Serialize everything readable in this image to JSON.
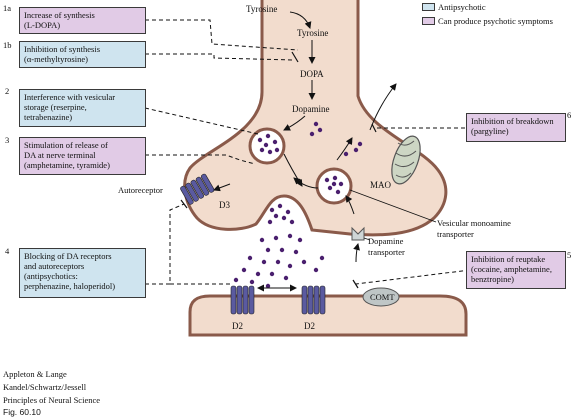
{
  "colors": {
    "purple": "#e1cbe6",
    "blue": "#cfe4ef",
    "terminal_fill": "#f2dccd",
    "terminal_stroke": "#8a5a4a",
    "dot": "#4a1f6e",
    "receptor": "#5a5aa0"
  },
  "legend": {
    "antipsychotic": "Antipsychotic",
    "psychotic": "Can produce psychotic symptoms"
  },
  "boxes": {
    "b1a": {
      "num": "1a",
      "lines": [
        "Increase of synthesis",
        "(L-DOPA)"
      ]
    },
    "b1b": {
      "num": "1b",
      "lines": [
        "Inhibition of synthesis",
        "(α-methyltyrosine)"
      ]
    },
    "b2": {
      "num": "2",
      "lines": [
        "Interference with vesicular",
        "storage (reserpine,",
        "tetrabenazine)"
      ]
    },
    "b3": {
      "num": "3",
      "lines": [
        "Stimulation of release of",
        "DA at nerve terminal",
        "(amphetamine, tyramide)"
      ]
    },
    "b4": {
      "num": "4",
      "lines": [
        "Blocking of DA receptors",
        "and autoreceptors",
        "(antipsychotics:",
        "perphenazine, haloperidol)"
      ]
    },
    "b5": {
      "num": "5",
      "lines": [
        "Inhibition of reuptake",
        "(cocaine, amphetamine,",
        "benztropine)"
      ]
    },
    "b6": {
      "num": "6",
      "lines": [
        "Inhibition of breakdown",
        "(pargyline)"
      ]
    }
  },
  "labels": {
    "tyrosine_top": "Tyrosine",
    "tyrosine": "Tyrosine",
    "dopa": "DOPA",
    "dopamine": "Dopamine",
    "autoreceptor": "Autoreceptor",
    "d3": "D3",
    "mao": "MAO",
    "vmat_1": "Vesicular monoamine",
    "vmat_2": "transporter",
    "dat_1": "Dopamine",
    "dat_2": "transporter",
    "comt": "COMT",
    "d2_left": "D2",
    "d2_right": "D2"
  },
  "credits": {
    "line1": "Appleton & Lange",
    "line2": "Kandel/Schwartz/Jessell",
    "line3": "Principles of Neural Science",
    "line4": "Fig. 60.10"
  }
}
